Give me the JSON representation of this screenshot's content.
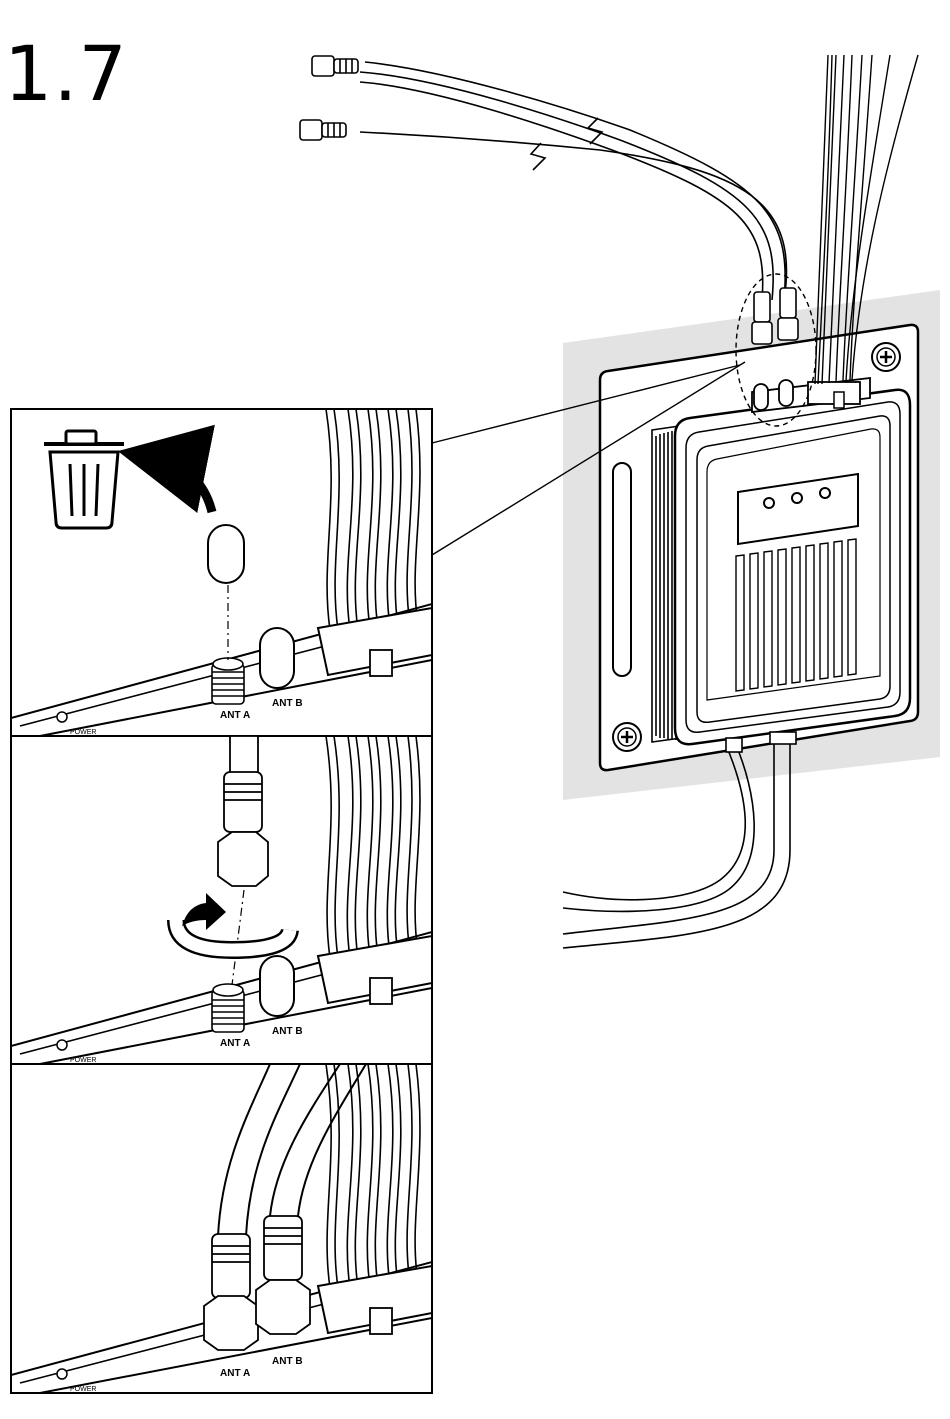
{
  "step": {
    "number": "1.7"
  },
  "panels": {
    "port_a_label": "ANT A",
    "port_b_label": "ANT B",
    "power_label": "POWER"
  },
  "icons": {
    "discard": "trash-can-icon",
    "remove": "curved-arrow-icon",
    "screw": "rotate-arrow-icon"
  },
  "colors": {
    "stroke": "#000000",
    "wall": "#e3e3e3",
    "arrow": "#000000"
  }
}
